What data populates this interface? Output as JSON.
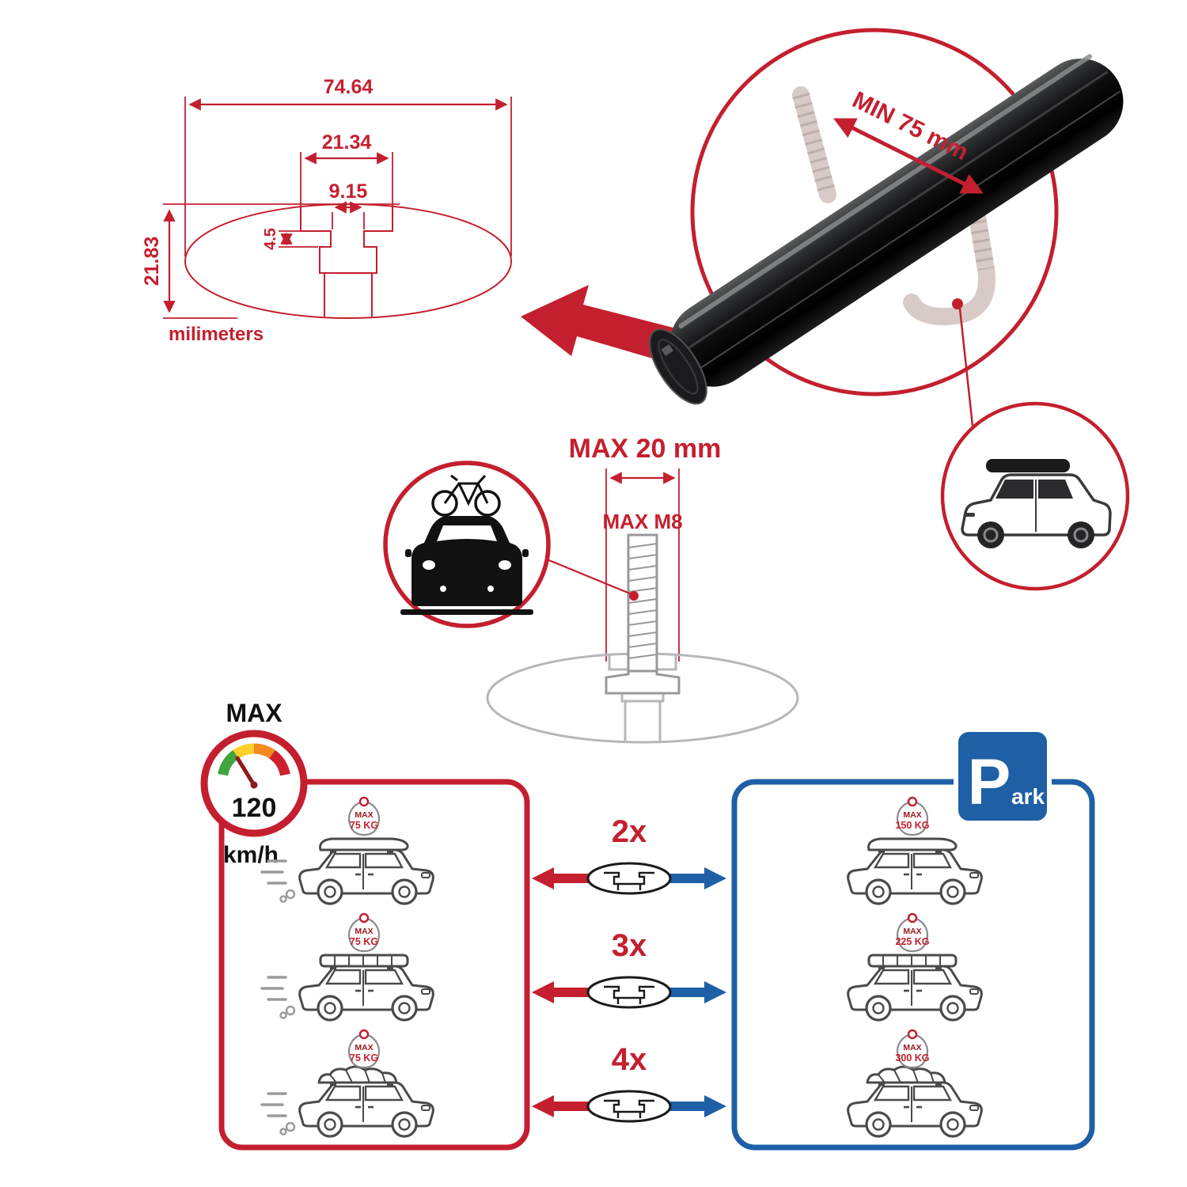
{
  "colors": {
    "red": "#C41F2E",
    "blue": "#1E5FA6",
    "black_bar": "#0c0c0d",
    "grey_line": "#4a4a4b"
  },
  "cross_section": {
    "total_width": "74.64",
    "slot_outer": "21.34",
    "slot_inner": "9.15",
    "slot_depth": "4.5",
    "height": "21.83",
    "units": "milimeters"
  },
  "bar_detail": {
    "min_label": "MIN 75 mm"
  },
  "bolt": {
    "max_width": "MAX 20 mm",
    "max_thread": "MAX M8"
  },
  "speed": {
    "label": "MAX",
    "value": "120",
    "unit": "km/h"
  },
  "park": {
    "initial": "P",
    "rest": "ark"
  },
  "load_max_label": "MAX",
  "rows": [
    {
      "qty": "2x",
      "drive_kg": "75 KG",
      "park_kg": "150 KG"
    },
    {
      "qty": "3x",
      "drive_kg": "75 KG",
      "park_kg": "225 KG"
    },
    {
      "qty": "4x",
      "drive_kg": "75 KG",
      "park_kg": "300 KG"
    }
  ]
}
